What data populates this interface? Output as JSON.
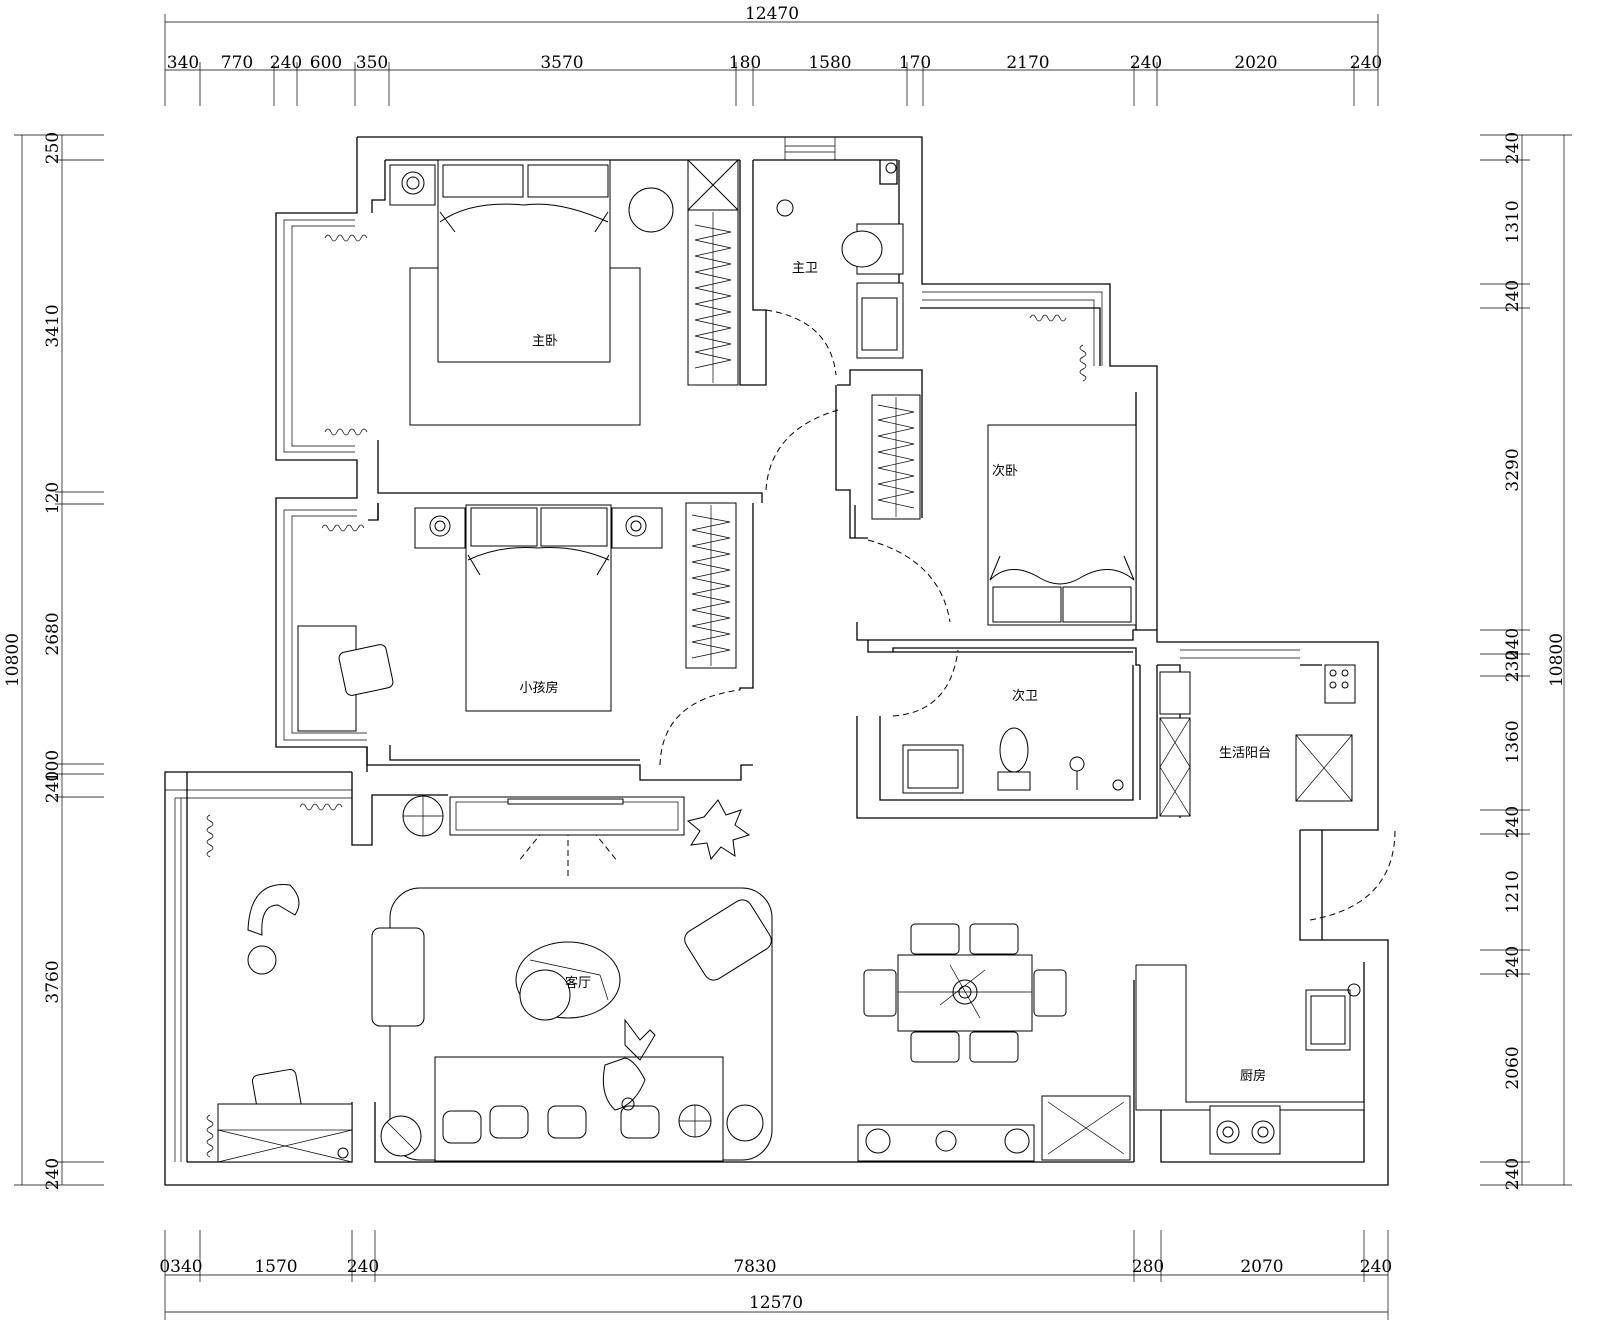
{
  "dimensions": {
    "top_overall": "12470",
    "top_segments": [
      "340",
      "770",
      "240",
      "600",
      "350",
      "3570",
      "180",
      "1580",
      "170",
      "2170",
      "240",
      "2020",
      "240"
    ],
    "bottom_overall": "12570",
    "bottom_segments": [
      "0340",
      "1570",
      "240",
      "7830",
      "280",
      "2070",
      "240"
    ],
    "left_overall": "10800",
    "left_segments": [
      "250",
      "3410",
      "120",
      "2680",
      "100",
      "240",
      "3760",
      "240"
    ],
    "right_overall": "10800",
    "right_segments": [
      "240",
      "1310",
      "240",
      "3290",
      "240",
      "230",
      "1360",
      "240",
      "1210",
      "240",
      "2060",
      "240"
    ]
  },
  "rooms": {
    "master_bedroom": "主卧",
    "master_bath": "主卫",
    "second_bedroom": "次卧",
    "kids_room": "小孩房",
    "second_bath": "次卫",
    "utility_balcony": "生活阳台",
    "living_room": "客厅",
    "kitchen": "厨房"
  }
}
